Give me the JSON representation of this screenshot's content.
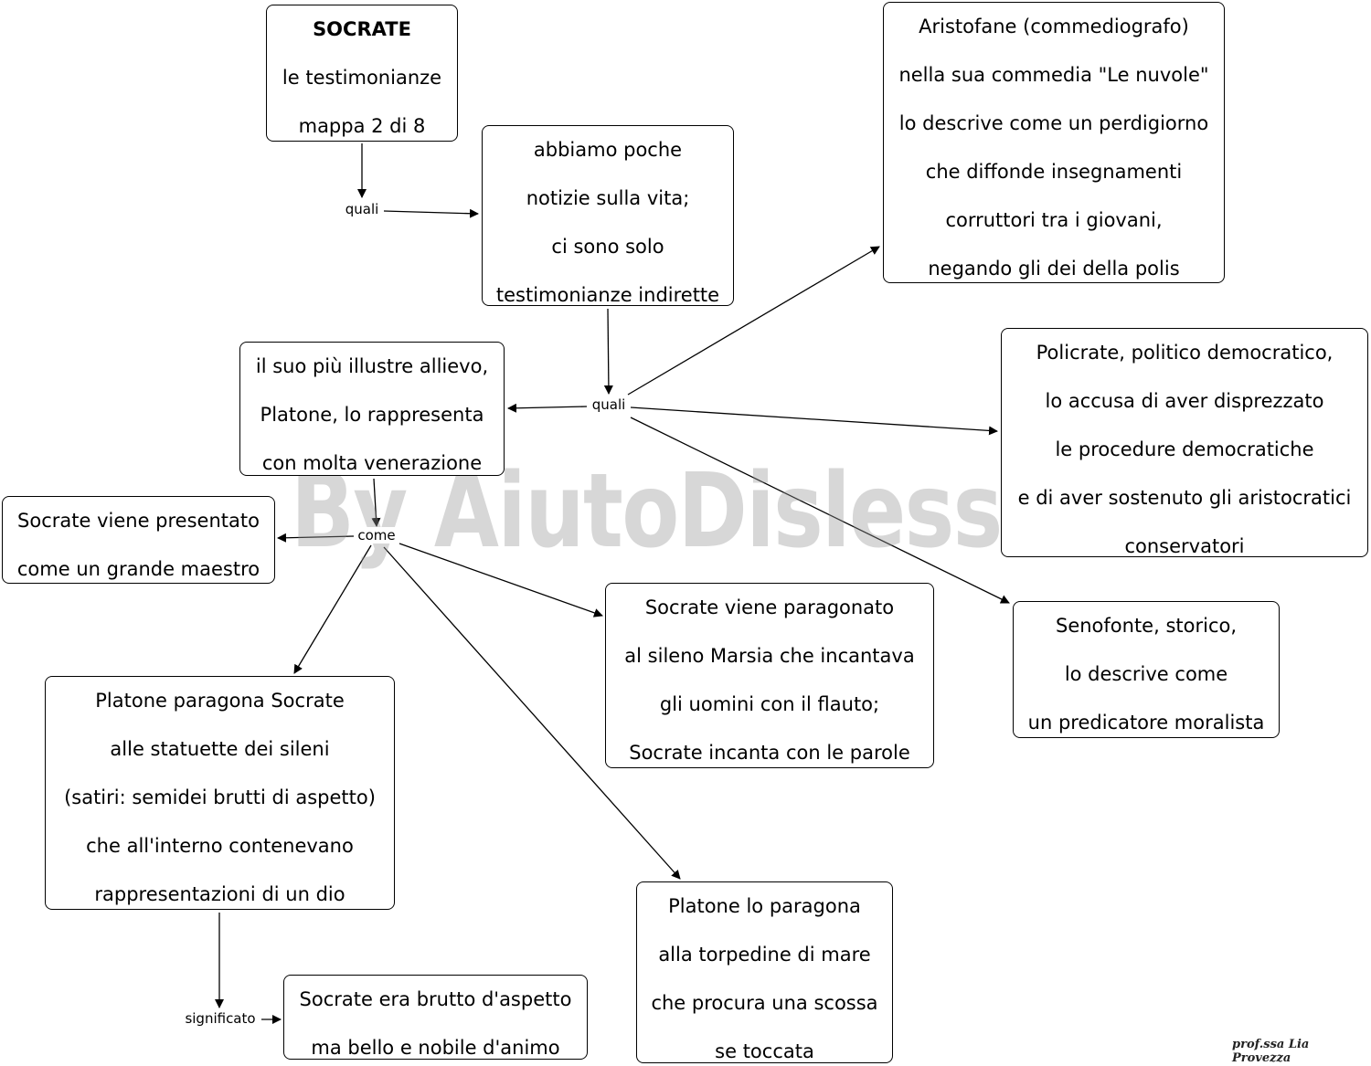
{
  "nodes": {
    "title": {
      "lines": [
        "SOCRATE",
        "le testimonianze",
        "mappa 2 di 8"
      ]
    },
    "few_news": {
      "lines": [
        "abbiamo poche",
        "notizie sulla vita;",
        "ci sono solo",
        "testimonianze indirette"
      ]
    },
    "aristofane": {
      "lines": [
        "Aristofane (commediografo)",
        "nella sua commedia \"Le nuvole\"",
        "lo descrive come un perdigiorno",
        "che diffonde insegnamenti",
        "corruttori tra i giovani,",
        "negando gli dei della polis"
      ]
    },
    "policrate": {
      "lines": [
        "Policrate, politico democratico,",
        "lo accusa di aver  disprezzato",
        "le procedure democratiche",
        "e di aver sostenuto gli aristocratici",
        "conservatori"
      ]
    },
    "senofonte": {
      "lines": [
        "Senofonte, storico,",
        "lo descrive come",
        "un predicatore moralista"
      ]
    },
    "platone": {
      "lines": [
        "il suo più illustre allievo,",
        "Platone, lo rappresenta",
        "con molta  venerazione"
      ]
    },
    "maestro": {
      "lines": [
        "Socrate viene presentato",
        "come un grande maestro"
      ]
    },
    "sileni": {
      "lines": [
        "Platone paragona Socrate",
        "alle statuette dei sileni",
        "(satiri: semidei brutti di aspetto)",
        "che all'interno contenevano",
        "rappresentazioni di un dio"
      ]
    },
    "marsia": {
      "lines": [
        "Socrate viene paragonato",
        "al sileno Marsia che incantava",
        "gli uomini con il flauto;",
        "Socrate incanta con le parole"
      ]
    },
    "torpedine": {
      "lines": [
        "Platone lo paragona",
        "alla torpedine di mare",
        "che procura una scossa",
        "se toccata"
      ]
    },
    "brutto": {
      "lines": [
        "Socrate era brutto d'aspetto",
        "ma bello e nobile d'animo"
      ]
    }
  },
  "link_labels": {
    "quali_1": "quali",
    "quali_2": "quali",
    "come": "come",
    "significato": "significato"
  },
  "watermark": "By AiutoDislessia.net",
  "signature": "prof.ssa Lia Provezza"
}
